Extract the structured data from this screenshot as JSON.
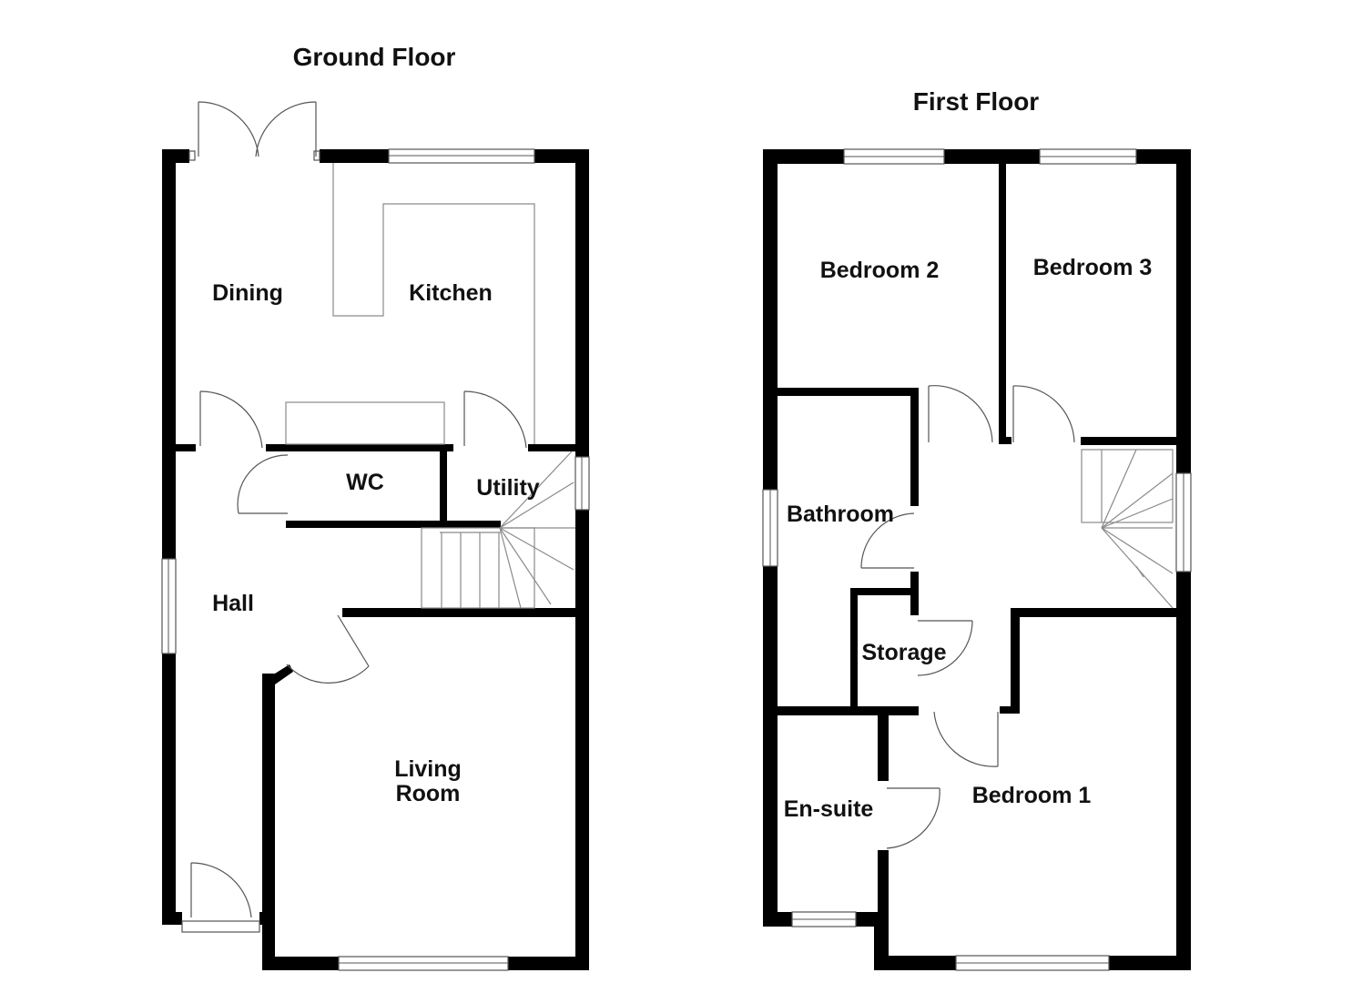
{
  "floors": [
    {
      "title": "Ground Floor",
      "rooms": [
        "Dining",
        "Kitchen",
        "WC",
        "Utility",
        "Hall",
        "Living",
        "Room"
      ]
    },
    {
      "title": "First Floor",
      "rooms": [
        "Bedroom 2",
        "Bedroom 3",
        "Bathroom",
        "Storage",
        "En-suite",
        "Bedroom 1"
      ]
    }
  ],
  "colors": {
    "wall": "#000000",
    "fixture": "#8a8a8a",
    "background": "#ffffff"
  }
}
